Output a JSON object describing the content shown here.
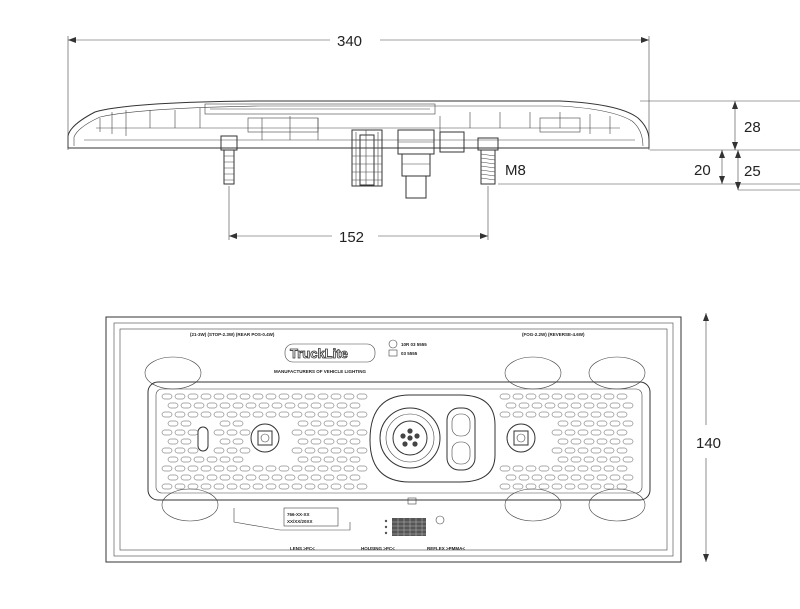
{
  "dimensions": {
    "overall_width": "340",
    "mount_spacing": "152",
    "total_height": "28",
    "stud_length": "20",
    "below_height": "25",
    "thread": "M8",
    "overall_height": "140"
  },
  "labels": {
    "brand": "TruckLite",
    "manufacturer_line": "MANUFACTURERS OF VEHICLE LIGHTING",
    "rating_left": "(21-3W) (STOP-2.3W) (REAR POS-0.4W)",
    "rating_right": "(FOG-2.2W) (REVERSE-4.6W)",
    "approval_1": "10R 03 5555",
    "approval_2": "03 5555",
    "part_no_1": "766-XX-XX",
    "part_no_2": "XX/XX/20XX",
    "lens": "LENS >PC<",
    "housing": "HOUSING >PC<",
    "reflex": "REFLEX >PMMA<"
  }
}
